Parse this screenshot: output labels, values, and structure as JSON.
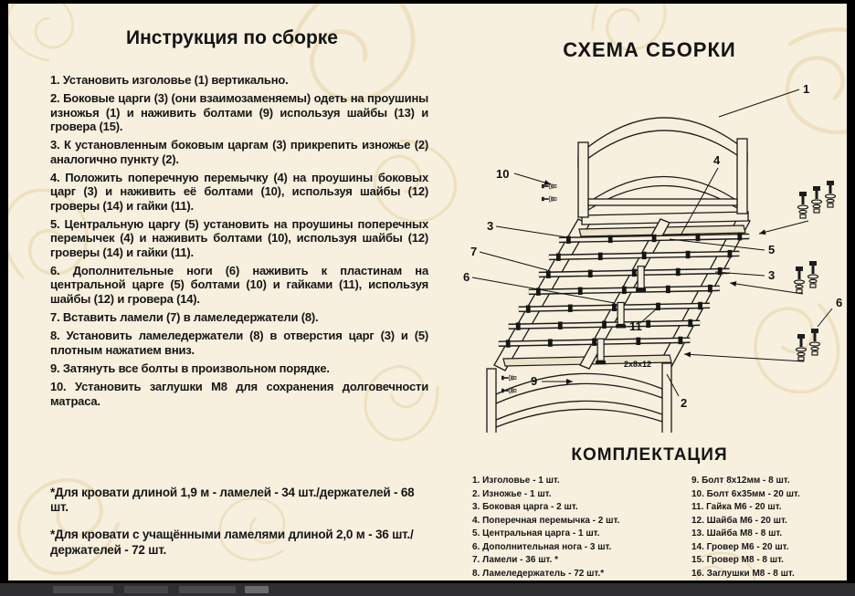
{
  "colors": {
    "page_bg": "#f7f0de",
    "ornament": "#e9d6ad",
    "text": "#161616",
    "taskbar_bg": "#2f2f31"
  },
  "instructions": {
    "title": "Инструкция по сборке",
    "steps": [
      "1. Установить изголовье (1) вертикально.",
      "2. Боковые царги (3) (они взаимозаменяемы) одеть на проушины изножья (1) и наживить болтами (9) используя шайбы (13) и гровера (15).",
      "3. К установленным боковым царгам (3) прикрепить изножье (2) аналогично пункту (2).",
      "4. Положить поперечную перемычку (4) на проушины боковых царг (3) и наживить её болтами (10), используя шайбы (12) гроверы (14) и гайки (11).",
      "5. Центральную царгу (5) установить на проушины поперечных перемычек (4) и наживить болтами (10), используя шайбы (12) гроверы (14) и гайки (11).",
      "6. Дополнительные ноги (6) наживить к пластинам на центральной царге (5) болтами (10) и гайками (11), используя шайбы (12) и гровера (14).",
      "7. Вставить ламели (7) в ламеледержатели (8).",
      "8. Установить ламеледержатели (8) в отверстия царг (3) и (5) плотным нажатием вниз.",
      "9. Затянуть все болты в произвольном порядке.",
      "10. Установить заглушки М8 для сохранения долговечности матраса."
    ],
    "notes": [
      "*Для кровати длиной 1,9 м - ламелей - 34 шт./держателей - 68 шт.",
      "*Для кровати с учащёнными ламелями длиной 2,0 м - 36 шт./держателей - 72 шт."
    ]
  },
  "diagram": {
    "title": "СХЕМА СБОРКИ",
    "callouts": {
      "c1": "1",
      "c2": "2",
      "c3_left": "3",
      "c3_right": "3",
      "c4": "4",
      "c5": "5",
      "c6_left": "6",
      "c6_right": "6",
      "c7": "7",
      "c9": "9",
      "c10": "10",
      "c11": "11",
      "size_label": "2x8x12"
    }
  },
  "parts": {
    "title": "КОМПЛЕКТАЦИЯ",
    "col1": [
      "1. Изголовье - 1 шт.",
      "2. Изножье - 1 шт.",
      "3. Боковая царга - 2 шт.",
      "4. Поперечная перемычка - 2 шт.",
      "5. Центральная царга - 1 шт.",
      "6. Дополнительная нога - 3 шт.",
      "7. Ламели - 36 шт. *",
      "8. Ламеледержатель - 72 шт.*"
    ],
    "col2": [
      "9. Болт 8х12мм - 8 шт.",
      "10. Болт 6х35мм - 20 шт.",
      "11. Гайка М6 - 20 шт.",
      "12. Шайба М6 - 20 шт.",
      "13. Шайба М8 - 8 шт.",
      "14. Гровер М6 - 20 шт.",
      "15. Гровер М8 - 8 шт.",
      "16. Заглушки М8 - 8 шт."
    ]
  }
}
